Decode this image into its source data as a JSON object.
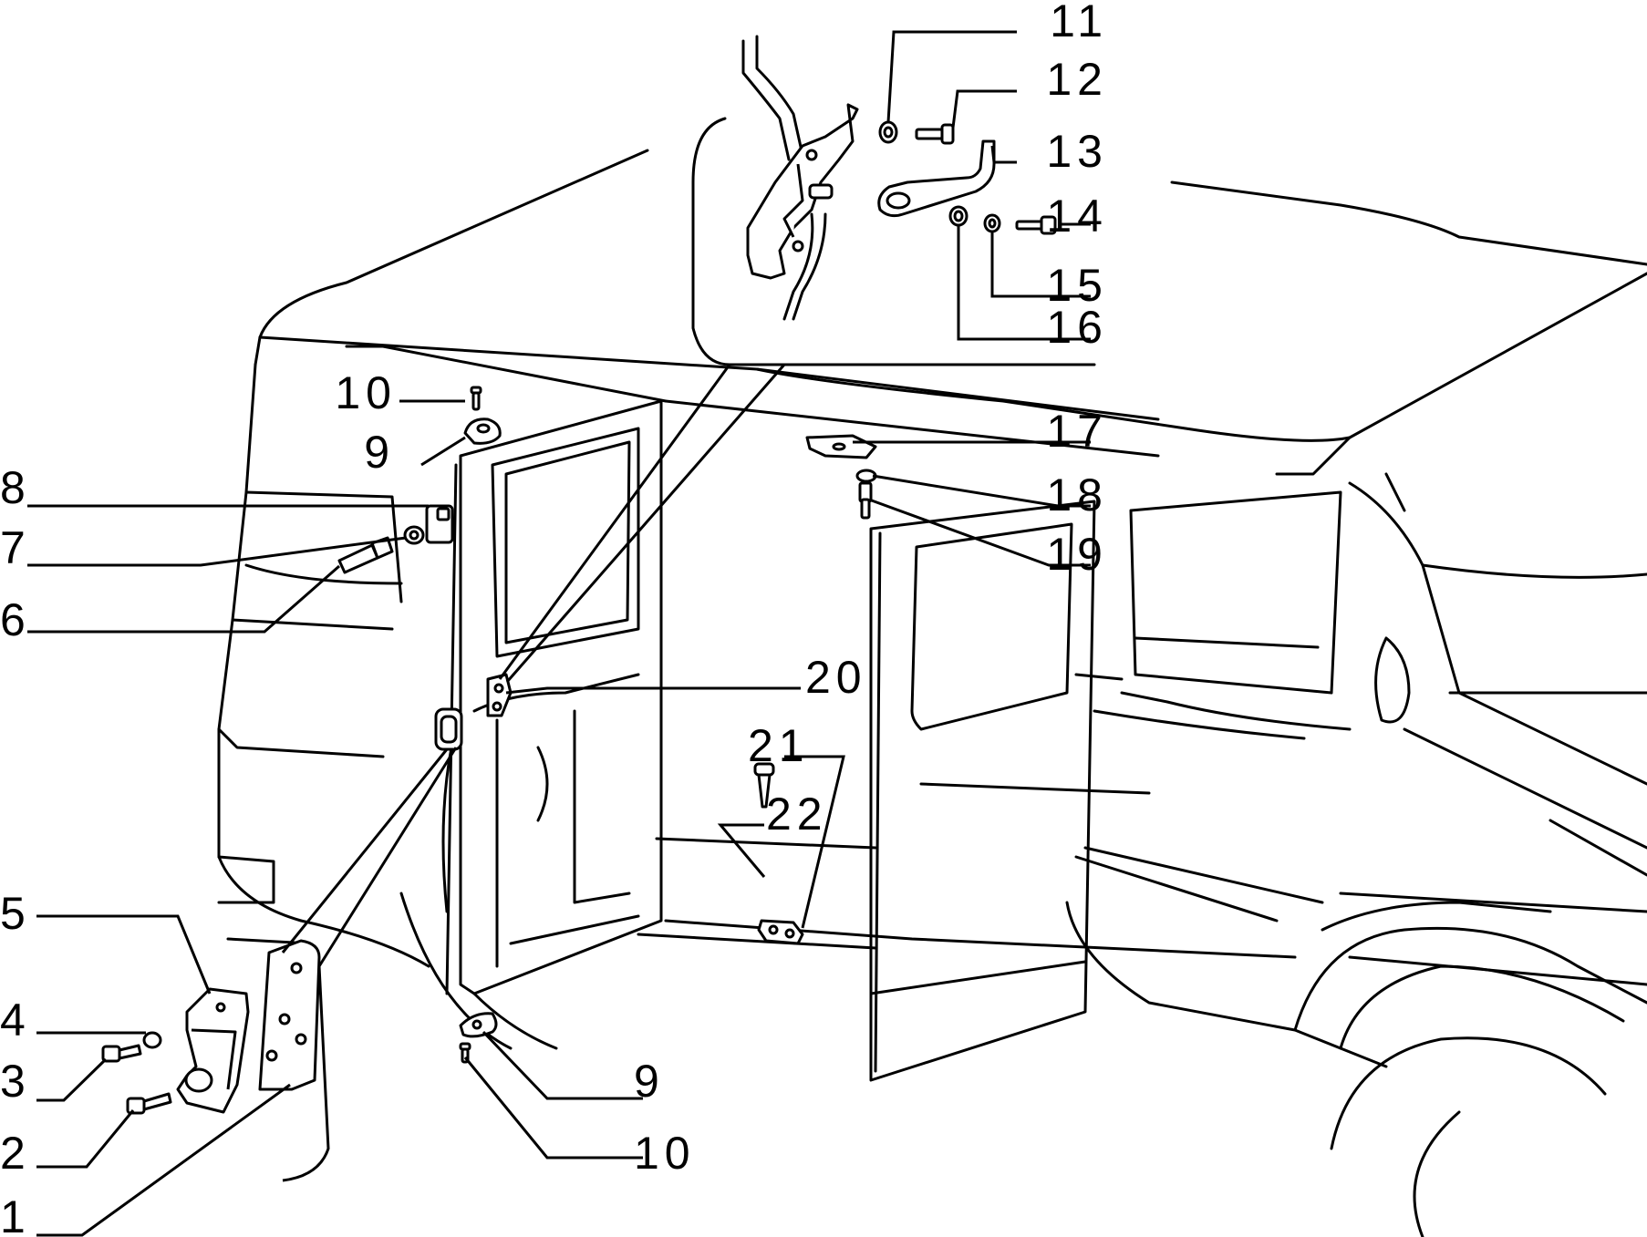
{
  "diagram": {
    "labels": {
      "l1": "1",
      "l2": "2",
      "l3": "3",
      "l4": "4",
      "l5": "5",
      "l6": "6",
      "l7": "7",
      "l8": "8",
      "l9a": "9",
      "l10a": "10",
      "l9b": "9",
      "l10b": "10",
      "l11": "11",
      "l12": "12",
      "l13": "13",
      "l14": "14",
      "l15": "15",
      "l16": "16",
      "l17": "17",
      "l18": "18",
      "l19": "19",
      "l20": "20",
      "l21": "21",
      "l22": "22"
    }
  }
}
